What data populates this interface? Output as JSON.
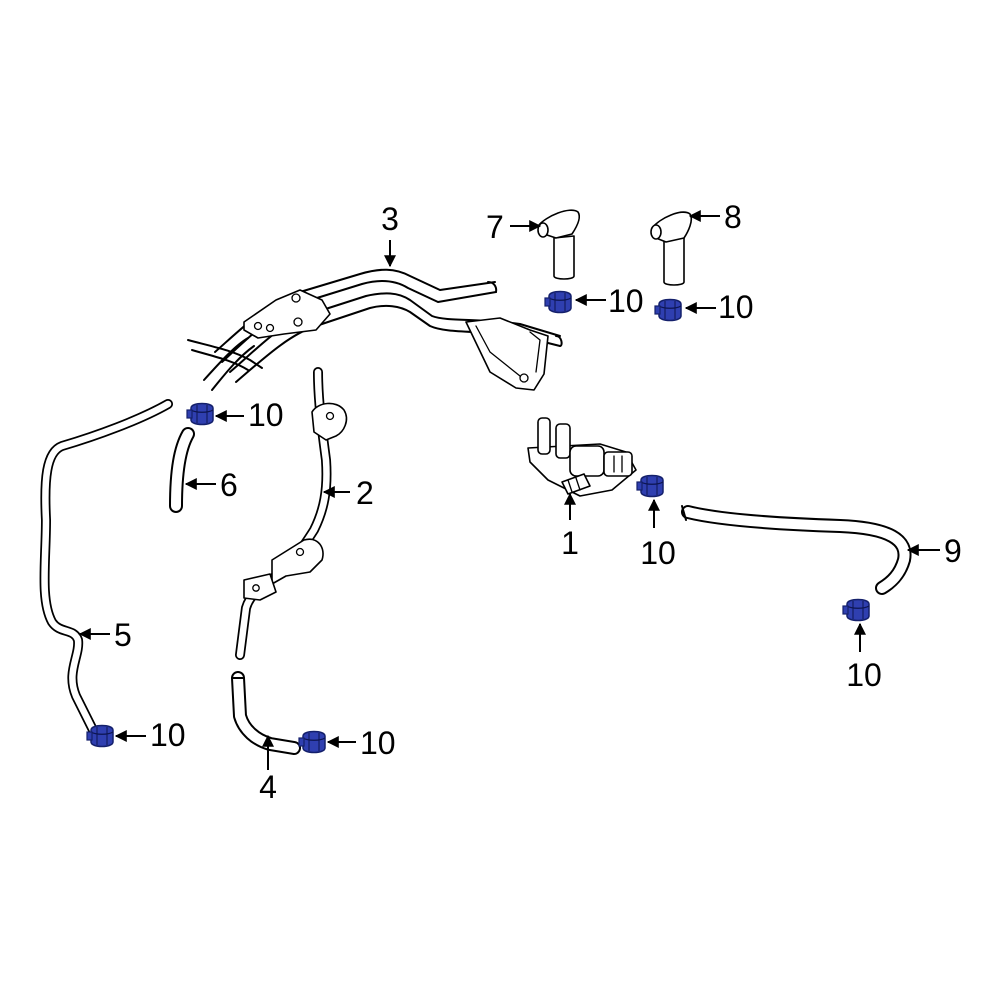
{
  "diagram": {
    "accent_color": "#2f3fb0",
    "clamp_color": "#2f3fb0",
    "callouts": {
      "part1": "1",
      "part2": "2",
      "part3": "3",
      "part4": "4",
      "part5": "5",
      "part6": "6",
      "part7": "7",
      "part8": "8",
      "part9": "9",
      "clamp_top_left": "10",
      "clamp_top_mid": "10",
      "clamp_top_right": "10",
      "clamp_valve": "10",
      "clamp_right": "10",
      "clamp_hose4": "10",
      "clamp_hose5": "10"
    }
  }
}
